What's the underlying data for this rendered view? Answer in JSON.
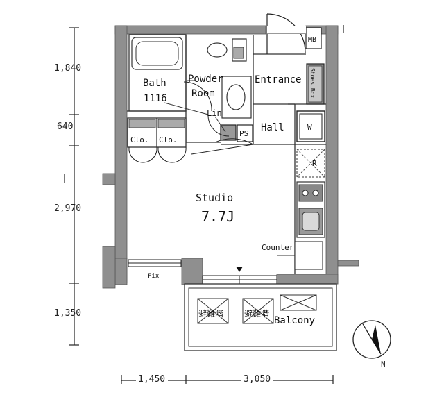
{
  "rooms": {
    "bath": "Bath",
    "bath_size": "1116",
    "powder": "Powder",
    "powder_room": "Room",
    "entrance": "Entrance",
    "shoes": "Shoes Box",
    "lin": "Lin",
    "ps": "PS",
    "mb": "MB",
    "hall": "Hall",
    "w": "W",
    "clo1": "Clo.",
    "clo2": "Clo.",
    "r": "R",
    "studio": "Studio",
    "studio_size": "7.7J",
    "counter": "Counter",
    "fix": "Fix",
    "balcony": "Balcony",
    "hatch1": "避難階",
    "hatch2": "避難階"
  },
  "dimensions": {
    "v1": "1,840",
    "v2": "640",
    "v3": "2,970",
    "v4": "1,350",
    "h1": "1,450",
    "h2": "3,050"
  },
  "compass": {
    "north": "N"
  }
}
